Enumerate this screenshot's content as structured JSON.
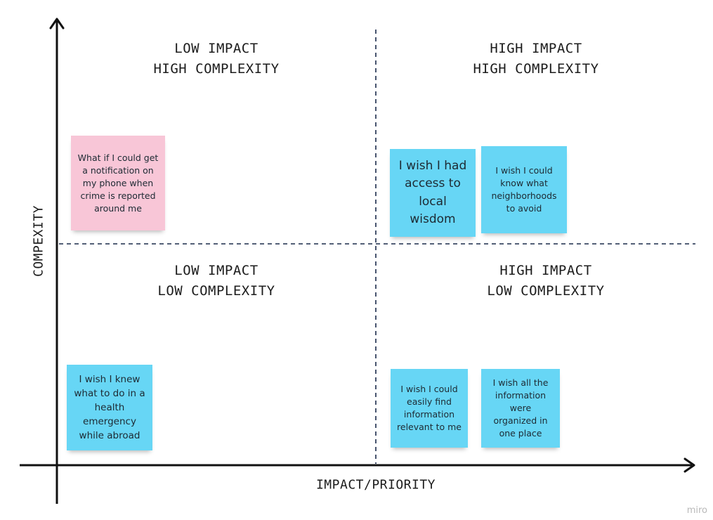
{
  "quadrants": {
    "top_left": {
      "line1": "LOW IMPACT",
      "line2": "HIGH COMPLEXITY"
    },
    "top_right": {
      "line1": "HIGH IMPACT",
      "line2": "HIGH COMPLEXITY"
    },
    "bottom_left": {
      "line1": "LOW IMPACT",
      "line2": "LOW COMPLEXITY"
    },
    "bottom_right": {
      "line1": "HIGH IMPACT",
      "line2": "LOW COMPLEXITY"
    }
  },
  "axes": {
    "y_label": "COMPEXITY",
    "x_label": "IMPACT/PRIORITY"
  },
  "stickies": {
    "notification": "What if I could get a notification on my phone when crime is reported around me",
    "local_wisdom": "I wish I had access to local wisdom",
    "neighborhoods": "I wish I could know what neighborhoods to avoid",
    "health_emergency": "I wish I knew what to do in a health emergency while abroad",
    "find_info": "I wish I could easily find information relevant to me",
    "organized": "I wish all the information were organized in one place"
  },
  "colors": {
    "blue_sticky": "#67d6f5",
    "pink_sticky": "#f8c6d7"
  },
  "watermark": "miro"
}
